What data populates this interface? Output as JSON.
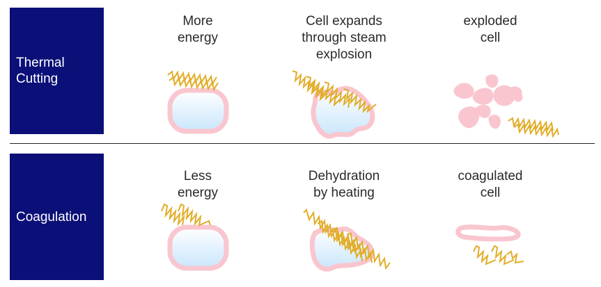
{
  "rows": {
    "thermal": {
      "box_line1": "Thermal",
      "box_line2": "Cutting",
      "stages": [
        {
          "line1": "More",
          "line2": "energy",
          "line3": ""
        },
        {
          "line1": "Cell expands",
          "line2": "through steam",
          "line3": "explosion"
        },
        {
          "line1": "exploded",
          "line2": "cell",
          "line3": ""
        }
      ]
    },
    "coag": {
      "box_line1": "Coagulation",
      "stages": [
        {
          "line1": "Less",
          "line2": "energy"
        },
        {
          "line1": "Dehydration",
          "line2": "by heating"
        },
        {
          "line1": "coagulated",
          "line2": "cell"
        }
      ]
    }
  },
  "colors": {
    "box": "#0b0f78",
    "cell_outline": "#f9c6cf",
    "cell_fill_top": "#ffffff",
    "cell_fill_bottom": "#c9e6fb",
    "heat_wave": "#e2ad28",
    "divider": "#222222"
  }
}
